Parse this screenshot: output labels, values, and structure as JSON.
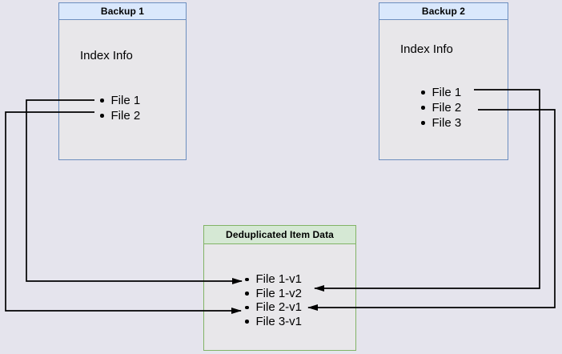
{
  "backup1": {
    "title": "Backup 1",
    "subtitle": "Index Info",
    "files": [
      "File 1",
      "File 2"
    ]
  },
  "backup2": {
    "title": "Backup 2",
    "subtitle": "Index Info",
    "files": [
      "File 1",
      "File 2",
      "File 3"
    ]
  },
  "dedup": {
    "title": "Deduplicated Item Data",
    "items": [
      "File 1-v1",
      "File 1-v2",
      "File 2-v1",
      "File 3-v1"
    ]
  },
  "edges": [
    {
      "from": "Backup 1 / File 1",
      "to": "File 1-v1"
    },
    {
      "from": "Backup 1 / File 2",
      "to": "File 2-v1"
    },
    {
      "from": "Backup 2 / File 1",
      "to": "File 1-v2"
    },
    {
      "from": "Backup 2 / File 2",
      "to": "File 2-v1"
    }
  ],
  "colors": {
    "page_background": "#e5e4ed",
    "box_fill": "#e8e7ea",
    "backup_header_fill": "#dae8fc",
    "backup_border": "#6c8ebf",
    "dedup_header_fill": "#d5e8d4",
    "dedup_border": "#82b366",
    "arrow": "#000000"
  }
}
